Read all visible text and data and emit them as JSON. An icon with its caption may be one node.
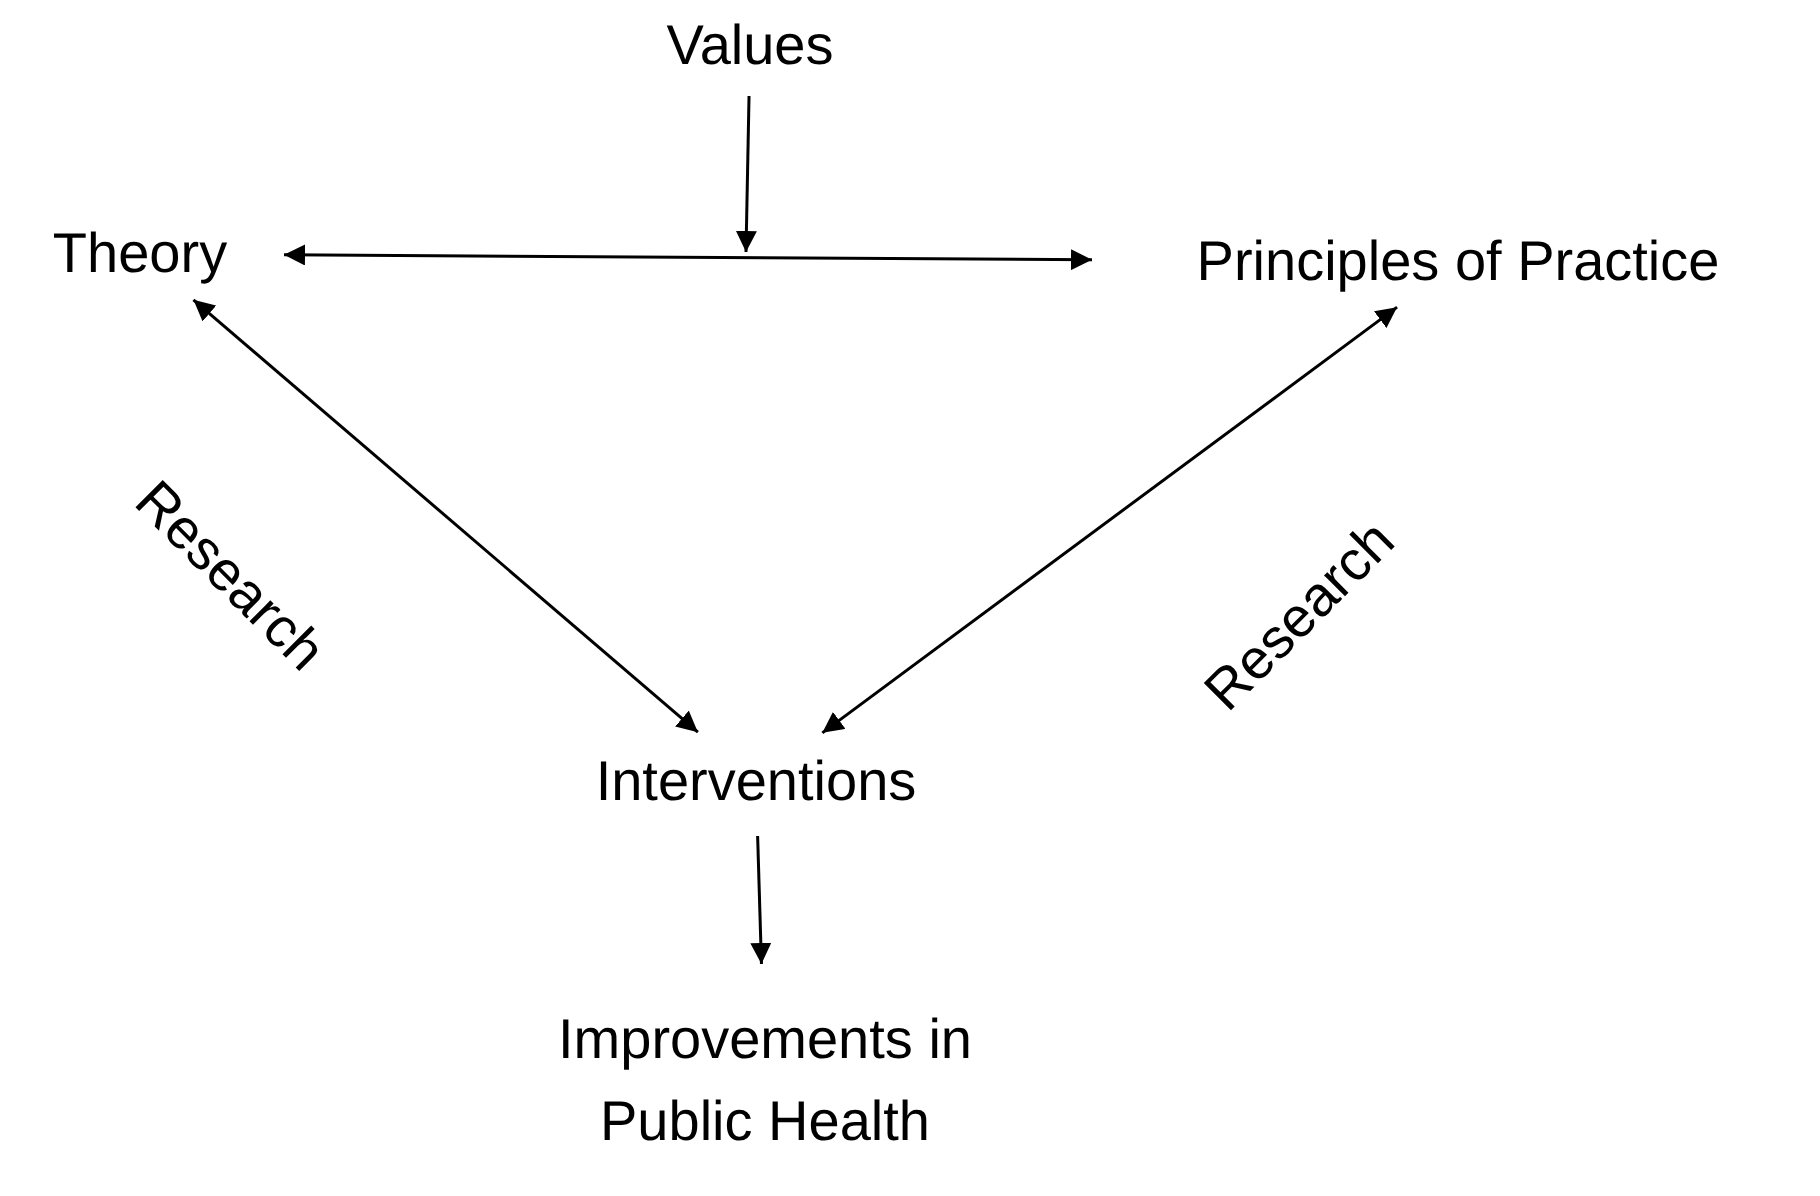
{
  "diagram": {
    "nodes": [
      {
        "text": [
          "Values"
        ]
      },
      {
        "text": [
          "Theory"
        ]
      },
      {
        "text": [
          "Principles of Practice"
        ]
      },
      {
        "text": [
          "Interventions"
        ]
      },
      {
        "text": [
          "Improvements in Public Health"
        ]
      }
    ],
    "edges": [
      {
        "from": 0,
        "to": null,
        "arrow": "to"
      },
      {
        "from": 1,
        "to": 2,
        "arrow": "both"
      },
      {
        "from": 1,
        "to": 3,
        "arrow": "both",
        "label": "Research"
      },
      {
        "from": 2,
        "to": 3,
        "arrow": "both",
        "label": "Research"
      },
      {
        "from": 3,
        "to": 4,
        "arrow": "to"
      }
    ]
  }
}
